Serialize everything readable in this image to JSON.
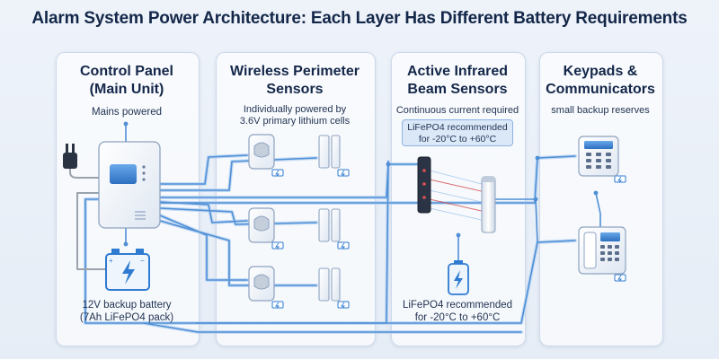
{
  "title": "Alarm System Power Architecture: Each Layer Has Different Battery Requirements",
  "panels": {
    "control": {
      "heading_line1": "Control Panel",
      "heading_line2": "(Main Unit)",
      "subtitle": "Mains powered",
      "battery_line1": "12V backup battery",
      "battery_line2": "(7Ah LiFePO4 pack)"
    },
    "wireless": {
      "heading_line1": "Wireless Perimeter",
      "heading_line2": "Sensors",
      "subtitle_line1": "Individually powered by",
      "subtitle_line2": "3.6V primary lithium cells"
    },
    "infrared": {
      "heading_line1": "Active Infrared",
      "heading_line2": "Beam Sensors",
      "subtitle": "Continuous current required",
      "badge_line1": "LiFePO4 recommended",
      "badge_line2": "for -20°C to +60°C",
      "note_line1": "LiFePO4 recommended",
      "note_line2": "for -20°C to +60°C"
    },
    "keypads": {
      "heading_line1": "Keypads &",
      "heading_line2": "Communicators",
      "subtitle": "small backup reserves"
    }
  },
  "icons": {
    "plug": "plug-icon",
    "control_unit": "control-panel-unit-icon",
    "backup_battery": "battery-icon",
    "pir_sensor": "pir-motion-sensor-icon",
    "door_contact": "door-contact-sensor-icon",
    "cell": "small-battery-icon",
    "ir_transmitter": "ir-beam-transmitter-icon",
    "ir_receiver": "ir-beam-receiver-icon",
    "lifepo4": "lifepo4-battery-icon",
    "keypad": "keypad-icon",
    "communicator": "communicator-icon"
  },
  "colors": {
    "wire": "#4f8fd6",
    "wire_glow": "#b7d3f2",
    "ground_wire": "#9aa3ad",
    "battery": "#2f7bd1",
    "panel_border": "#cdd9ea",
    "heading": "#142749",
    "ir_beam": "#d24a4a"
  }
}
